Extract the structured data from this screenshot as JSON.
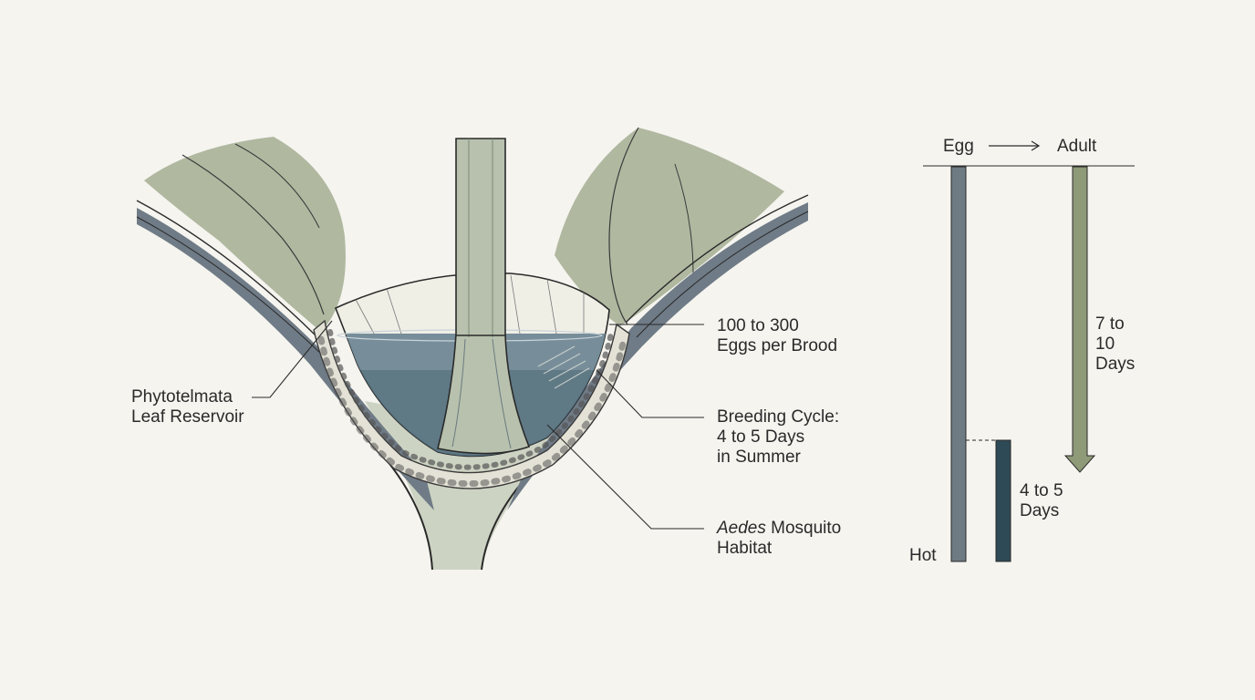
{
  "illustration": {
    "callouts": {
      "reservoir": {
        "line1": "Phytotelmata",
        "line2": "Leaf Reservoir"
      },
      "eggs": {
        "line1": "100 to 300",
        "line2": "Eggs per Brood"
      },
      "cycle": {
        "line1": "Breeding Cycle:",
        "line2": "4 to 5 Days",
        "line3": "in Summer"
      },
      "habitat": {
        "genus": "Aedes",
        "line1_rest": " Mosquito",
        "line2": "Habitat"
      }
    },
    "colors": {
      "paper": "#f5f4ef",
      "leaf": "#9aa789",
      "water": "#4f6b7a",
      "ink": "#2a2a2a"
    }
  },
  "timeline": {
    "header": {
      "start": "Egg",
      "end": "Adult"
    },
    "bars": [
      {
        "id": "hot-cycle",
        "label_line1": "4 to 5",
        "label_line2": "Days",
        "days_min": 4,
        "days_max": 5,
        "color": "#2f4a57"
      },
      {
        "id": "normal-cycle",
        "label_line1": "7 to",
        "label_line2": "10",
        "label_line3": "Days",
        "days_min": 7,
        "days_max": 10,
        "color": "#8e9a78"
      }
    ],
    "condition_label": "Hot",
    "reference_bar_color": "#6f7b82"
  }
}
